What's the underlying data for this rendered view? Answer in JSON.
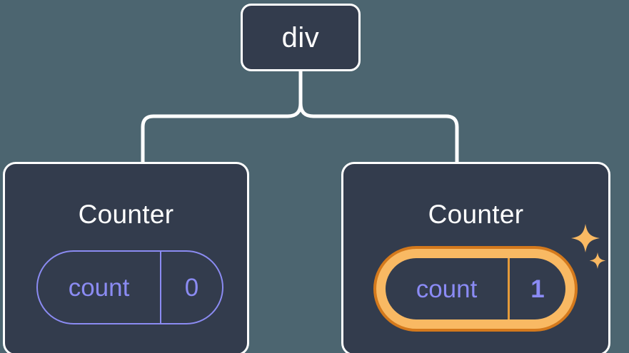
{
  "diagram": {
    "type": "component-tree",
    "background_color": "#4c6570",
    "node_fill_color": "#313a4b",
    "node_border_color": "#ffffff",
    "connector_color": "#ffffff",
    "accent_color": "#8b8bf2",
    "highlight_color": "#f9b963",
    "highlight_outline_color": "#d4791c",
    "root": {
      "label": "div"
    },
    "children": [
      {
        "title": "Counter",
        "state": {
          "key": "count",
          "value": "0"
        },
        "highlighted": false
      },
      {
        "title": "Counter",
        "state": {
          "key": "count",
          "value": "1"
        },
        "highlighted": true,
        "sparkle_icons": [
          "sparkle-large",
          "sparkle-small"
        ]
      }
    ]
  }
}
